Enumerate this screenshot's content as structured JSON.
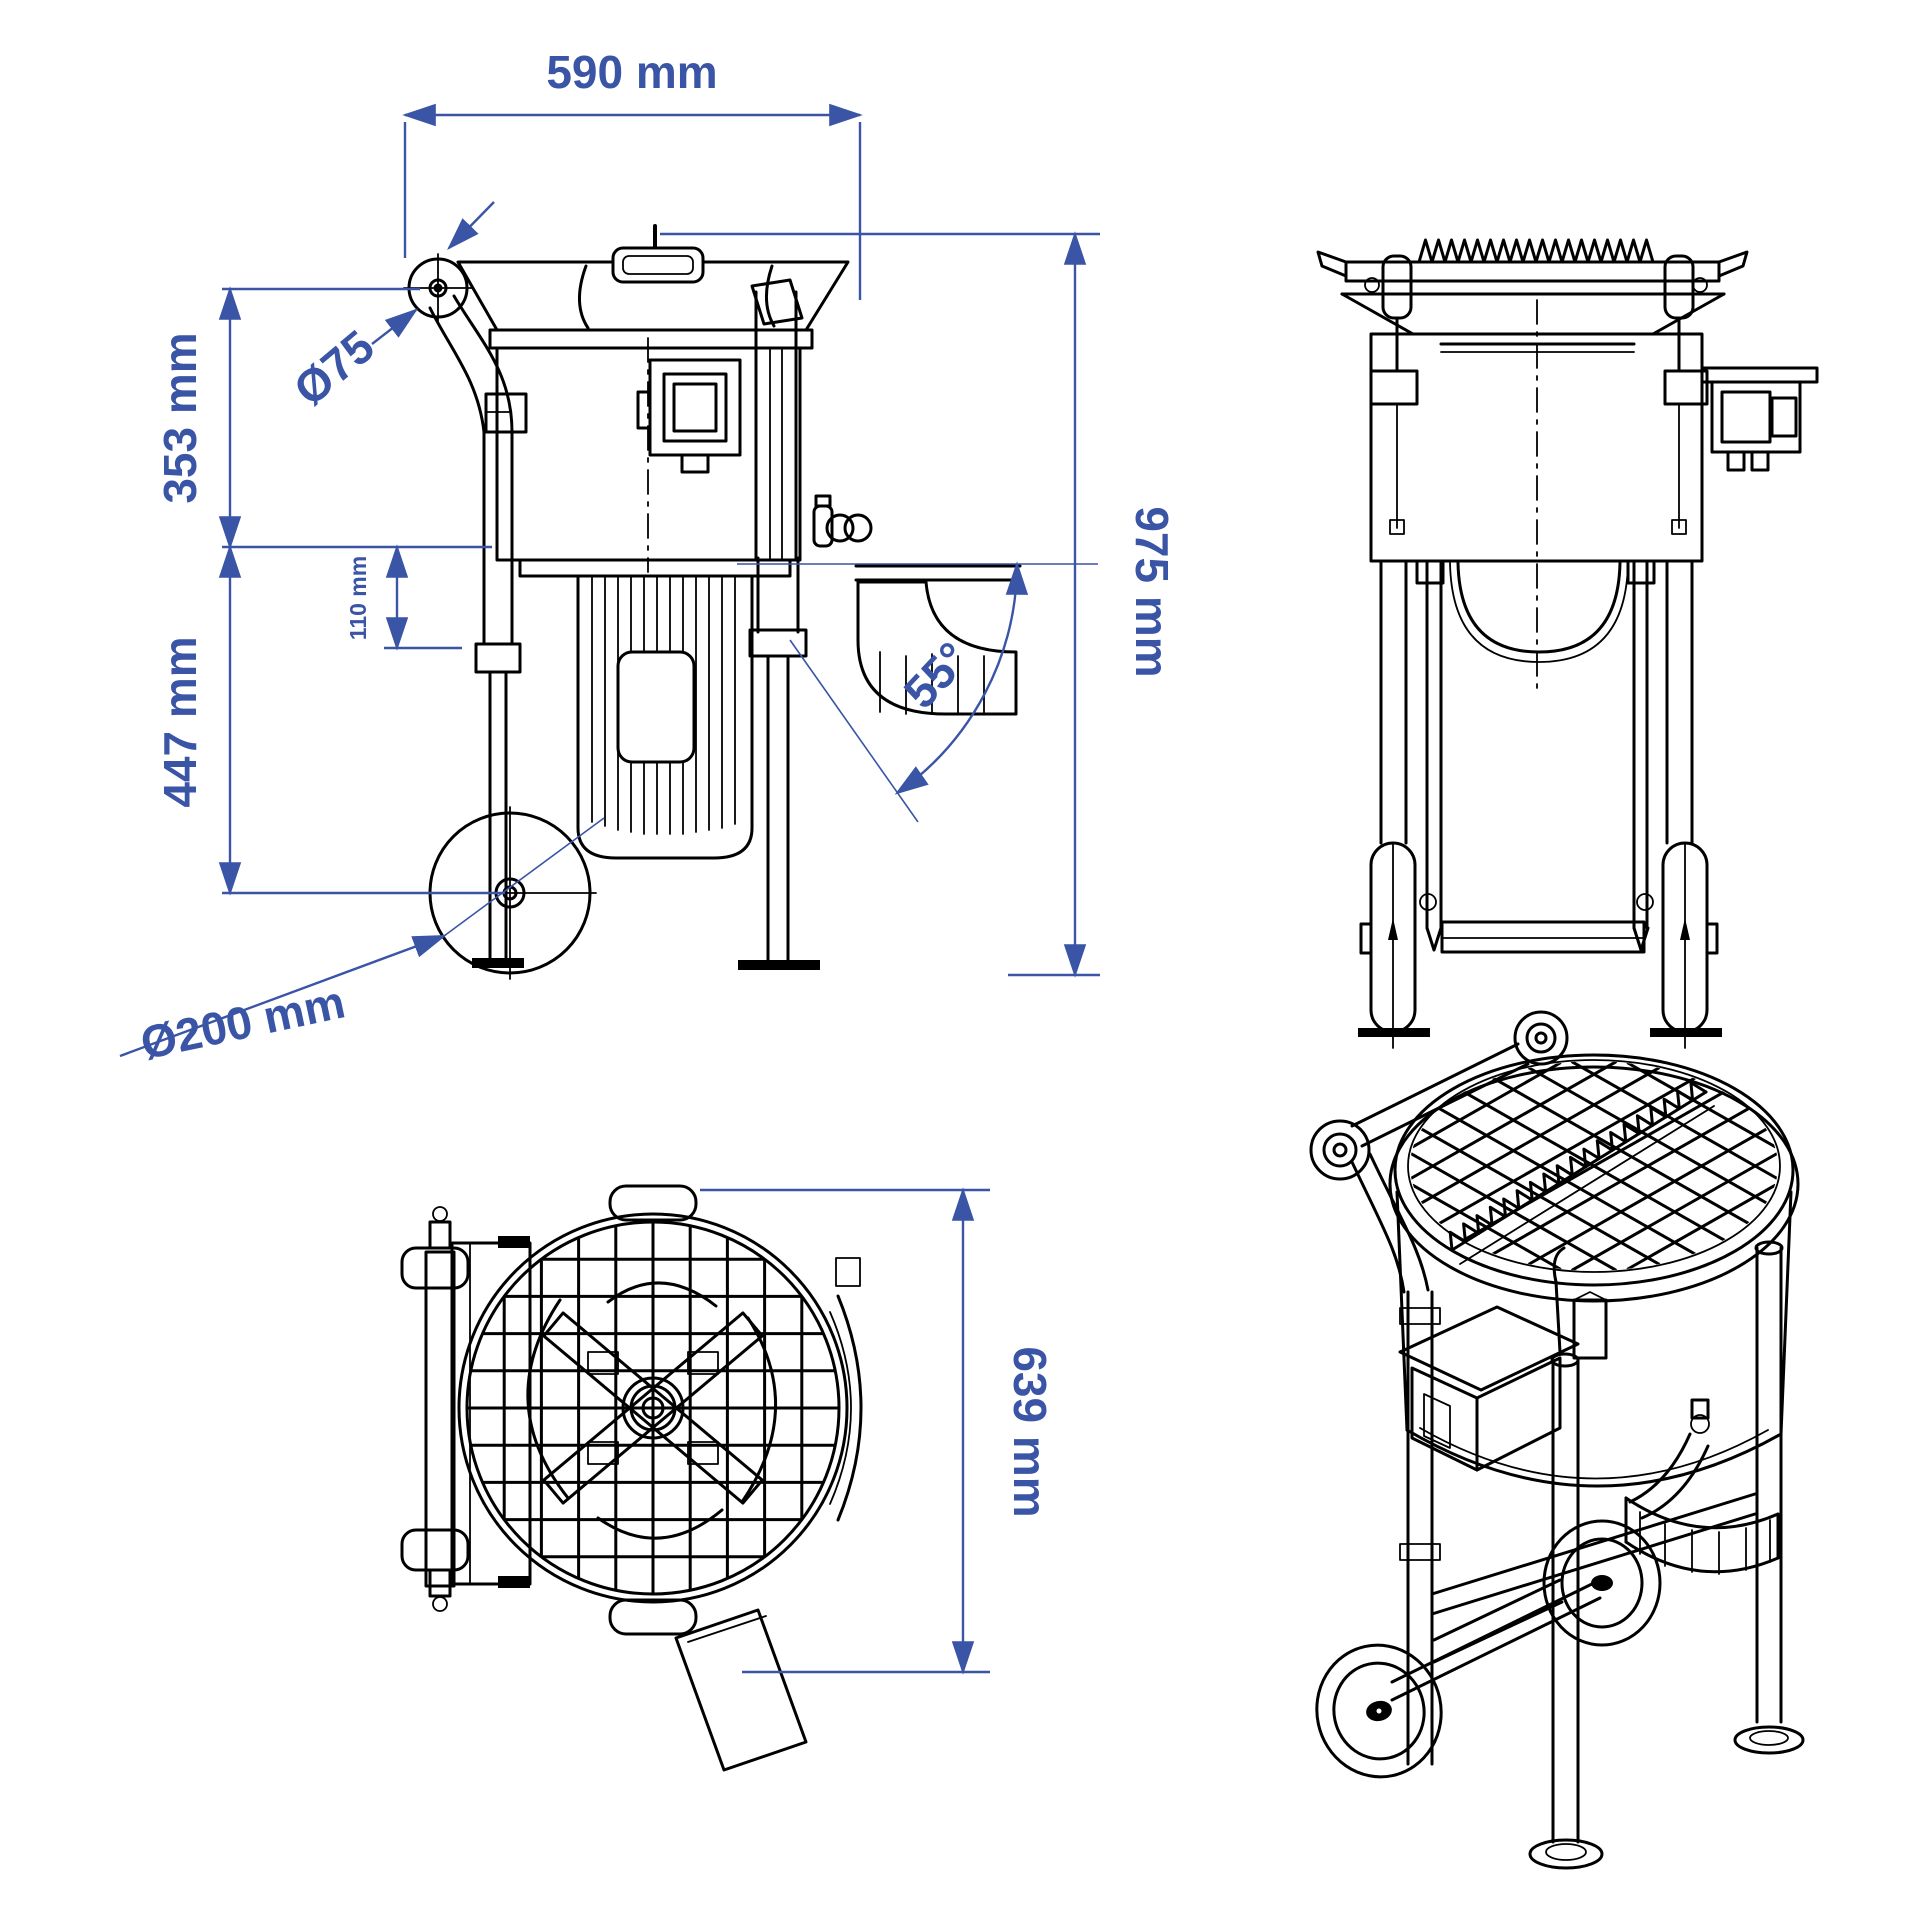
{
  "drawing": {
    "type": "technical dimensional drawing",
    "subject": "mortar mixer shown in side, front, top and isometric views",
    "background": "#ffffff",
    "line_color": "#000000",
    "dimension_color": "#3a54a6"
  },
  "dimensions": {
    "top_width": "590 mm",
    "pulley_diameter": "Ø75",
    "upper_height": "353 mm",
    "bracket_offset": "110 mm",
    "lower_height": "447 mm",
    "wheel_diameter": "Ø200 mm",
    "overall_height": "975 mm",
    "tilt_angle": "55°",
    "overall_depth": "639 mm"
  }
}
